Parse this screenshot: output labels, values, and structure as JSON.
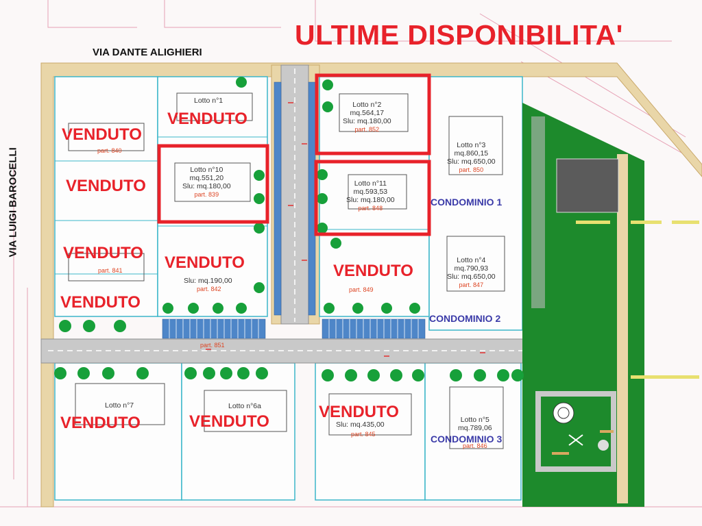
{
  "header": {
    "title": "ULTIME DISPONIBILITA'"
  },
  "streets": {
    "north": "VIA DANTE ALIGHIERI",
    "west": "VIA LUIGI BAROCELLI"
  },
  "sold_label": "VENDUTO",
  "condominiums": [
    "CONDOMINIO 1",
    "CONDOMINIO 2",
    "CONDOMINIO 3"
  ],
  "available_lots": [
    {
      "lotto": "Lotto n°2",
      "mq": "mq.564,17",
      "slu": "Slu: mq.180,00",
      "part": "part. 852"
    },
    {
      "lotto": "Lotto n°10",
      "mq": "mq.551,20",
      "slu": "Slu: mq.180,00",
      "part": "part. 839"
    },
    {
      "lotto": "Lotto n°11",
      "mq": "mq.593,53",
      "slu": "Slu: mq.180,00",
      "part": "part. 848"
    }
  ],
  "other_lots": [
    {
      "lotto": "Lotto n°1"
    },
    {
      "lotto": "Lotto n°3",
      "mq": "mq.860,15",
      "slu": "Slu: mq.650,00",
      "part": "part. 850"
    },
    {
      "lotto": "Lotto n°4",
      "mq": "mq.790,93",
      "slu": "Slu: mq.650,00",
      "part": "part. 847"
    },
    {
      "lotto": "Lotto n°5",
      "mq": "mq.789,06",
      "part": "part. 846"
    },
    {
      "lotto": "Lotto n°7"
    },
    {
      "lotto": "Lotto n°6a"
    }
  ],
  "slu_labels": [
    "Slu: mq.190,00",
    "Slu: mq.435,00"
  ],
  "parcels": [
    "part. 840",
    "part. 841",
    "part. 849",
    "part. 842",
    "part. 845",
    "part. 851"
  ],
  "colors": {
    "highlight_red": "#e8222a",
    "condo_blue": "#3a3aa8",
    "green_area": "#1d8a2c",
    "road_grey": "#c9c9c9",
    "sidewalk_tan": "#e9d6a8",
    "lot_outline_cyan": "#3bb6c9"
  }
}
